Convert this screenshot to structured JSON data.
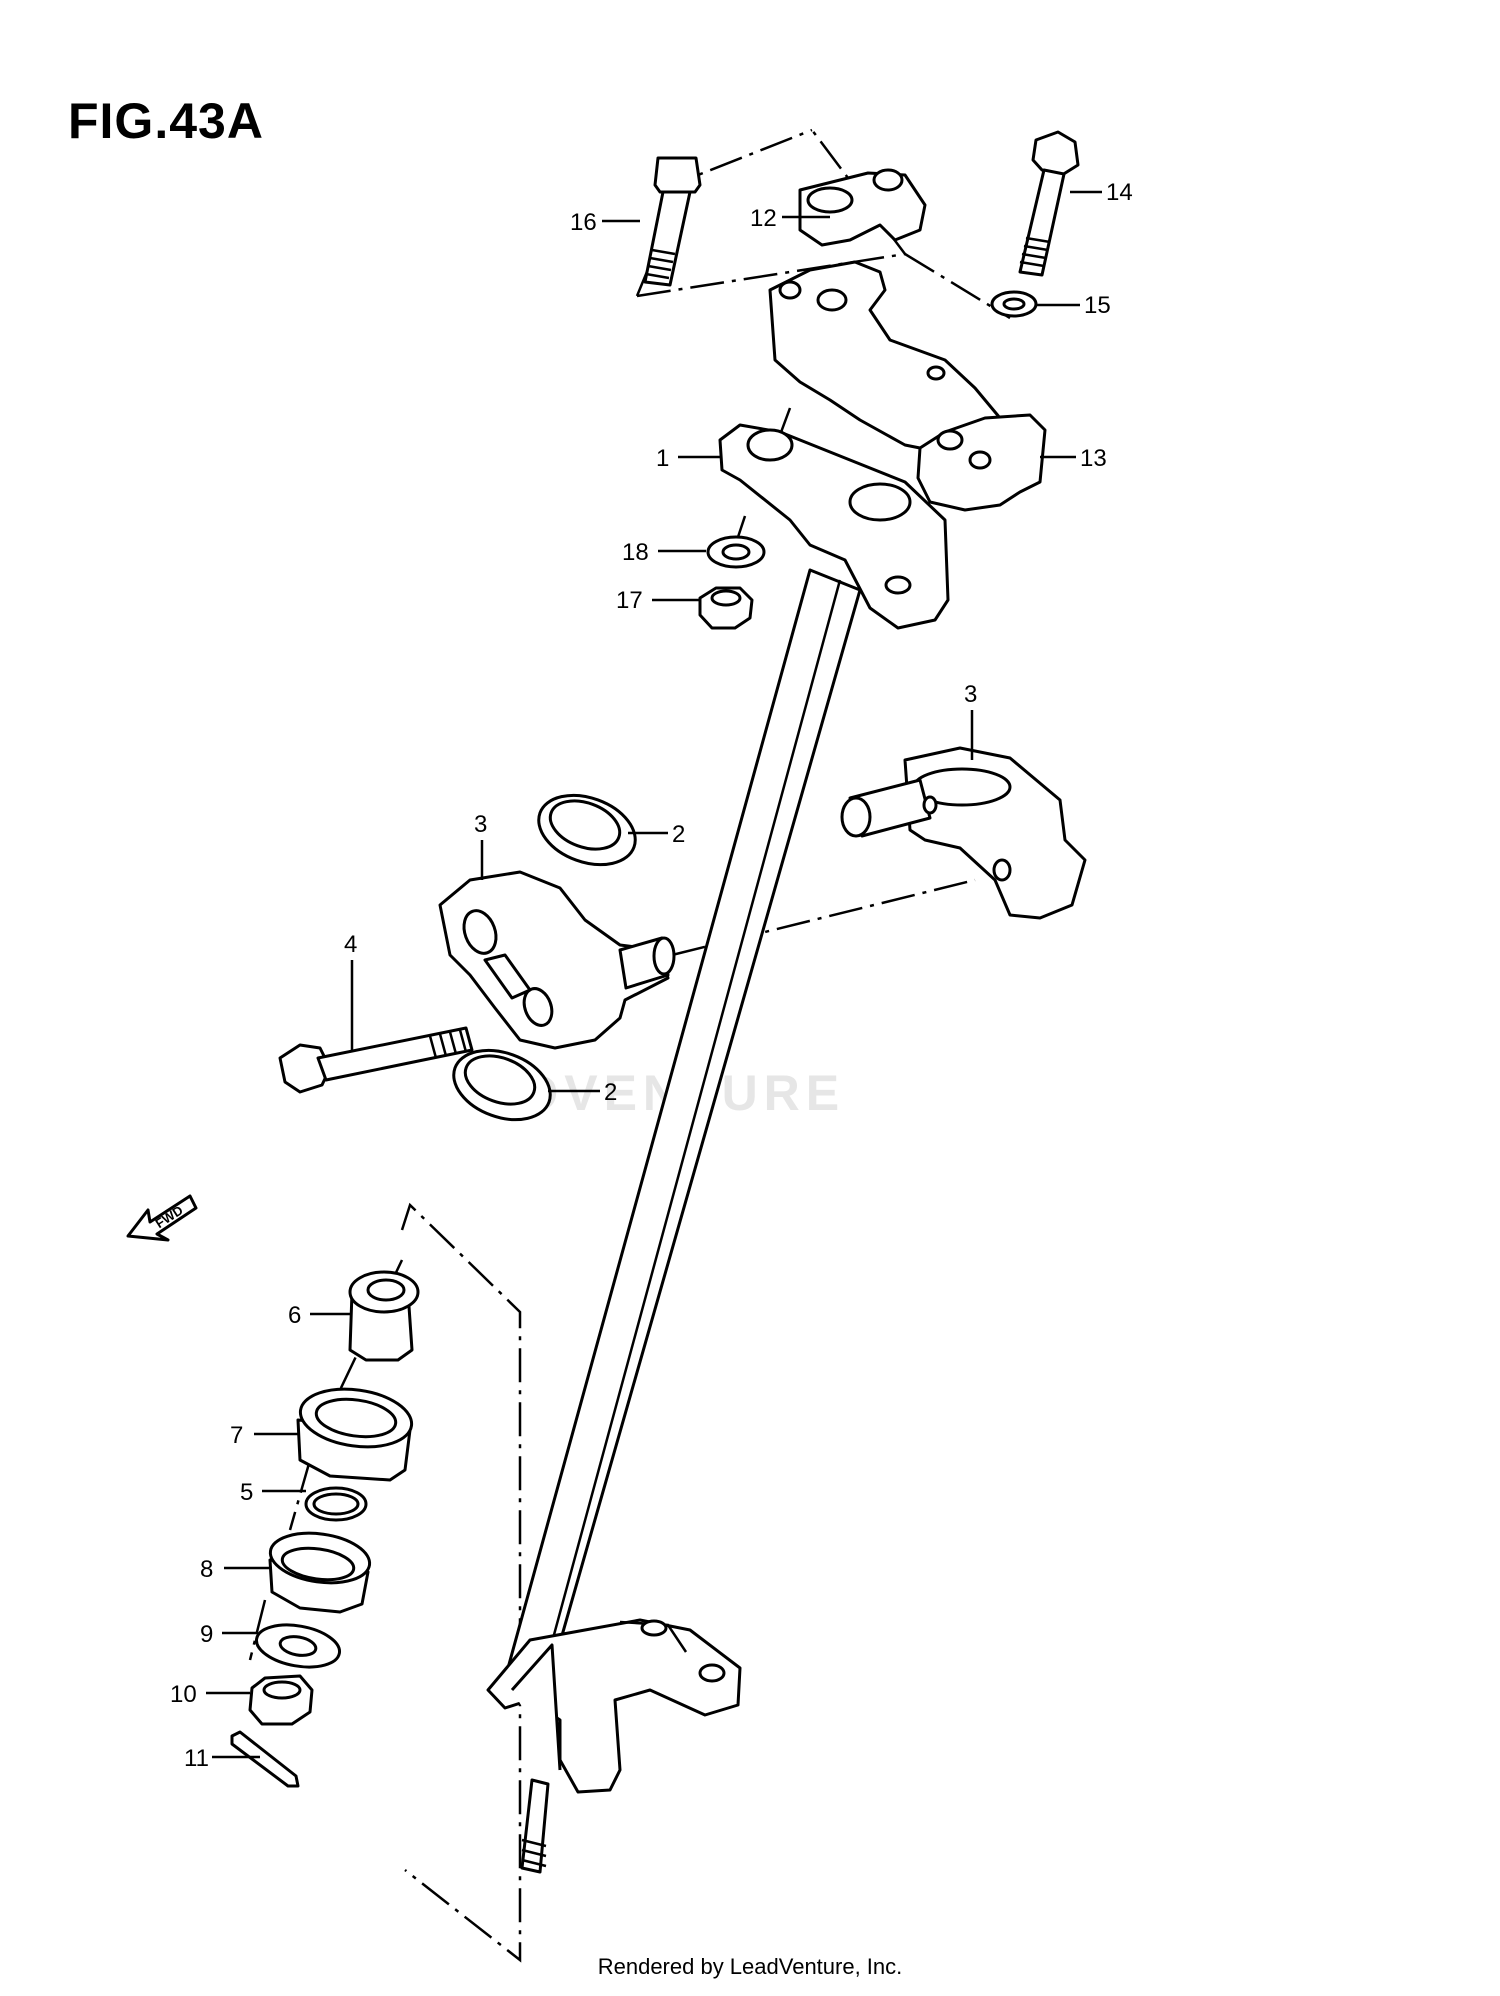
{
  "figure": {
    "title": "FIG.43A",
    "footer": "Rendered by LeadVenture, Inc.",
    "watermark": "ADVENTURE",
    "fwd_label": "FWD"
  },
  "callouts": [
    {
      "id": "c16",
      "label": "16"
    },
    {
      "id": "c12",
      "label": "12"
    },
    {
      "id": "c14",
      "label": "14"
    },
    {
      "id": "c15",
      "label": "15"
    },
    {
      "id": "c1",
      "label": "1"
    },
    {
      "id": "c13",
      "label": "13"
    },
    {
      "id": "c18",
      "label": "18"
    },
    {
      "id": "c17",
      "label": "17"
    },
    {
      "id": "c3a",
      "label": "3"
    },
    {
      "id": "c2a",
      "label": "2"
    },
    {
      "id": "c3b",
      "label": "3"
    },
    {
      "id": "c4",
      "label": "4"
    },
    {
      "id": "c2b",
      "label": "2"
    },
    {
      "id": "c6",
      "label": "6"
    },
    {
      "id": "c7",
      "label": "7"
    },
    {
      "id": "c5",
      "label": "5"
    },
    {
      "id": "c8",
      "label": "8"
    },
    {
      "id": "c9",
      "label": "9"
    },
    {
      "id": "c10",
      "label": "10"
    },
    {
      "id": "c11",
      "label": "11"
    }
  ]
}
